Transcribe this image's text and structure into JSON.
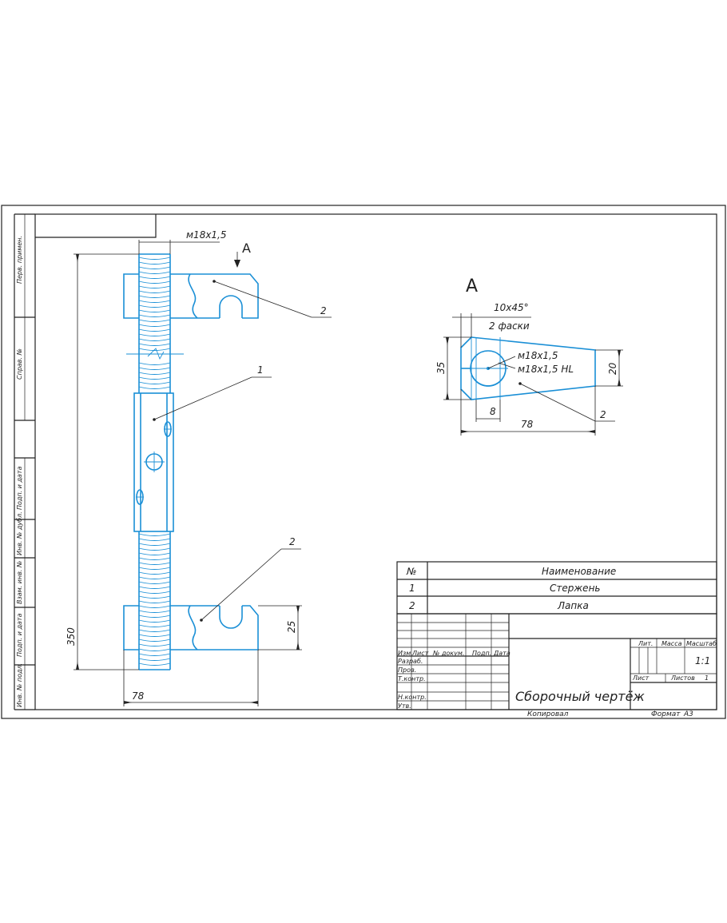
{
  "drawing": {
    "view_label": "A",
    "view_arrow_label": "A",
    "thread_label_main": "м18х1,5",
    "dim_length": "350",
    "dim_width": "78",
    "dim_height": "25",
    "leader_1": "1",
    "leader_2a": "2",
    "leader_2b": "2"
  },
  "detail": {
    "chamfer": "10х45°",
    "chamfer_count": "2 фаски",
    "thread_1": "м18х1,5",
    "thread_2": "м18х1,5 HL",
    "dim_35": "35",
    "dim_20": "20",
    "dim_8": "8",
    "dim_78": "78",
    "leader_2": "2"
  },
  "margin_labels": [
    "Перв. примен.",
    "Справ. №",
    "Подп. и дата",
    "Инв. № дубл.",
    "Взам. инв. №",
    "Подп. и дата",
    "Инв. № подл."
  ],
  "spec_table": {
    "header": {
      "num": "№",
      "name": "Наименование"
    },
    "rows": [
      {
        "num": "1",
        "name": "Стержень"
      },
      {
        "num": "2",
        "name": "Лапка"
      }
    ]
  },
  "title_block": {
    "col_headers": [
      "Изм.",
      "Лист",
      "№ докум.",
      "Подп.",
      "Дата"
    ],
    "roles": [
      "Разраб.",
      "Пров.",
      "Т.контр.",
      "Н.контр.",
      "Утв."
    ],
    "lit": "Лит.",
    "mass": "Масса",
    "scale_label": "Масштаб",
    "scale_value": "1:1",
    "sheet": "Лист",
    "sheets": "Листов",
    "sheets_value": "1",
    "title": "Сборочный чертёж",
    "copied": "Копировал",
    "format_label": "Формат",
    "format_value": "А3"
  }
}
